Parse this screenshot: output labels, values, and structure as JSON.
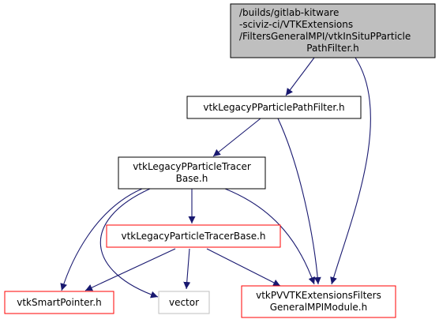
{
  "colors": {
    "edge": "#191970",
    "root_fill": "#bfbfbf",
    "border_black": "#000000",
    "border_red": "#ff0000",
    "border_gray": "#bfbfbf",
    "text": "#000000"
  },
  "nodes": {
    "root": {
      "lines": [
        "/builds/gitlab-kitware",
        "-sciviz-ci/VTKExtensions",
        "/FiltersGeneralMPI/vtkInSituPParticle",
        "PathFilter.h"
      ]
    },
    "legacy_path_filter": {
      "lines": [
        "vtkLegacyPParticlePathFilter.h"
      ]
    },
    "legacy_ptracer_base": {
      "lines": [
        "vtkLegacyPParticleTracer",
        "Base.h"
      ]
    },
    "legacy_tracer_base": {
      "lines": [
        "vtkLegacyParticleTracerBase.h"
      ]
    },
    "smart_pointer": {
      "lines": [
        "vtkSmartPointer.h"
      ]
    },
    "vector": {
      "lines": [
        "vector"
      ]
    },
    "pvvtk_module": {
      "lines": [
        "vtkPVVTKExtensionsFilters",
        "GeneralMPIModule.h"
      ]
    }
  }
}
